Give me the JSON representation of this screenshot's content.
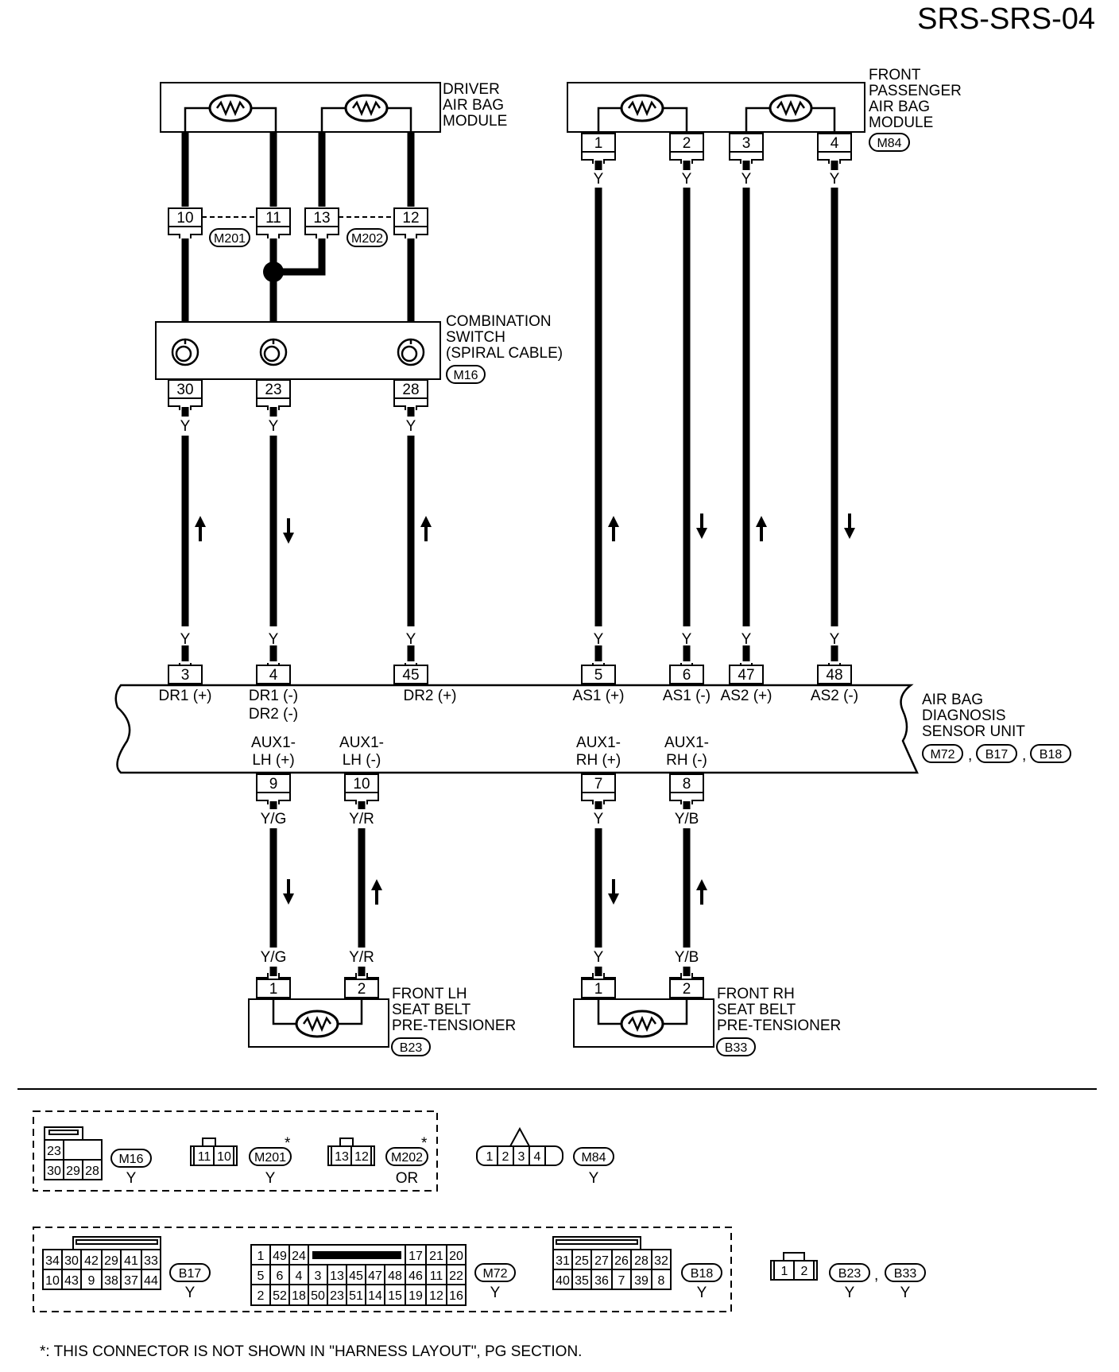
{
  "page_code": "SRS-SRS-04",
  "driver_module": {
    "label": [
      "DRIVER",
      "AIR BAG",
      "MODULE"
    ]
  },
  "passenger_module": {
    "label": [
      "FRONT",
      "PASSENGER",
      "AIR BAG",
      "MODULE"
    ],
    "connector": "M84"
  },
  "joint_connectors": {
    "m201": "M201",
    "m202": "M202",
    "pins": [
      "10",
      "11",
      "13",
      "12"
    ]
  },
  "combination_switch": {
    "label": [
      "COMBINATION",
      "SWITCH",
      "(SPIRAL CABLE)"
    ],
    "connector": "M16",
    "pins": [
      "30",
      "23",
      "28"
    ]
  },
  "passenger_pins": [
    "1",
    "2",
    "3",
    "4"
  ],
  "upper_wire_color": "Y",
  "sensor_unit": {
    "label": [
      "AIR BAG",
      "DIAGNOSIS",
      "SENSOR UNIT"
    ],
    "connectors": [
      "M72",
      "B17",
      "B18"
    ],
    "top_pins": [
      "3",
      "4",
      "45",
      "5",
      "6",
      "47",
      "48"
    ],
    "top_terminals": [
      "DR1 (+)",
      "DR1 (-)",
      "DR2 (+)",
      "AS1 (+)",
      "AS1 (-)",
      "AS2 (+)",
      "AS2 (-)"
    ],
    "dr2_minus": "DR2 (-)",
    "bottom_pins": [
      "9",
      "10",
      "7",
      "8"
    ],
    "bottom_terminals": [
      [
        "AUX1-",
        "LH (+)"
      ],
      [
        "AUX1-",
        "LH (-)"
      ],
      [
        "AUX1-",
        "RH (+)"
      ],
      [
        "AUX1-",
        "RH (-)"
      ]
    ]
  },
  "lower_wire_colors": [
    "Y/G",
    "Y/R",
    "Y",
    "Y/B"
  ],
  "lh_pretensioner": {
    "label": [
      "FRONT LH",
      "SEAT BELT",
      "PRE-TENSIONER"
    ],
    "connector": "B23",
    "pins": [
      "1",
      "2"
    ]
  },
  "rh_pretensioner": {
    "label": [
      "FRONT RH",
      "SEAT BELT",
      "PRE-TENSIONER"
    ],
    "connector": "B33",
    "pins": [
      "1",
      "2"
    ]
  },
  "connector_views": {
    "m16": {
      "name": "M16",
      "color": "Y",
      "rows": [
        [
          "23"
        ],
        [
          "30",
          "29",
          "28"
        ]
      ]
    },
    "m201": {
      "name": "M201",
      "color": "Y",
      "pins": [
        "11",
        "10"
      ]
    },
    "m202": {
      "name": "M202",
      "color": "OR",
      "pins": [
        "13",
        "12"
      ]
    },
    "m84": {
      "name": "M84",
      "color": "Y",
      "pins": [
        "1",
        "2",
        "3",
        "4"
      ]
    },
    "b17": {
      "name": "B17",
      "color": "Y",
      "rows": [
        [
          "34",
          "30",
          "42",
          "29",
          "41",
          "33"
        ],
        [
          "10",
          "43",
          "9",
          "38",
          "37",
          "44"
        ]
      ]
    },
    "m72": {
      "name": "M72",
      "color": "Y",
      "rows": [
        [
          "1",
          "49",
          "24",
          "17",
          "21",
          "20"
        ],
        [
          "5",
          "6",
          "4",
          "3",
          "13",
          "45",
          "47",
          "48",
          "46",
          "11",
          "22"
        ],
        [
          "2",
          "52",
          "18",
          "50",
          "23",
          "51",
          "14",
          "15",
          "19",
          "12",
          "16"
        ]
      ]
    },
    "b18": {
      "name": "B18",
      "color": "Y",
      "rows": [
        [
          "31",
          "25",
          "27",
          "26",
          "28",
          "32"
        ],
        [
          "40",
          "35",
          "36",
          "7",
          "39",
          "8"
        ]
      ]
    },
    "b23_b33": {
      "names": [
        "B23",
        "B33"
      ],
      "colors": [
        "Y",
        "Y"
      ],
      "pins": [
        "1",
        "2"
      ]
    }
  },
  "star": "*",
  "comma": ",",
  "footnote": "*: THIS CONNECTOR IS NOT SHOWN IN \"HARNESS LAYOUT\", PG SECTION."
}
